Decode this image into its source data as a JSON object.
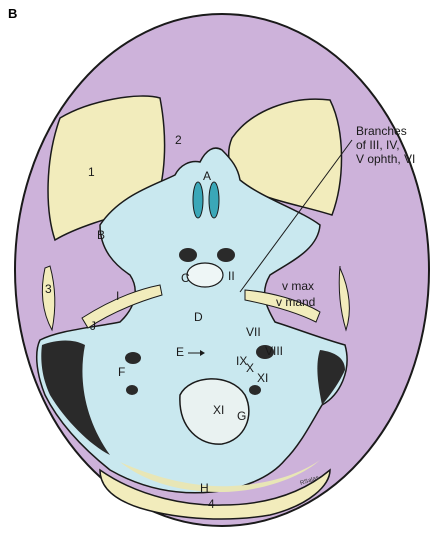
{
  "panel_label": "B",
  "callout": {
    "line1": "Branches",
    "line2": "of III, IV,",
    "line3": "V ophth, VI"
  },
  "labels": {
    "n1": "1",
    "n2": "2",
    "n3": "3",
    "n4": "4",
    "A": "A",
    "B": "B",
    "C": "C",
    "D": "D",
    "E": "E",
    "F": "F",
    "G": "G",
    "H": "H",
    "I": "I",
    "J": "J",
    "II": "II",
    "v_max": "v max",
    "v_mand": "v mand",
    "VII": "VII",
    "VIII": "VIII",
    "IX": "IX",
    "X": "X",
    "XI_a": "XI",
    "XI": "XI",
    "signature": "RSalas"
  },
  "colors": {
    "background_oval": "#cdb2da",
    "skull_base": "#c9e8ef",
    "bone": "#f2ecbc",
    "outline": "#1a1a1a",
    "shadow": "#2a2a2a"
  }
}
